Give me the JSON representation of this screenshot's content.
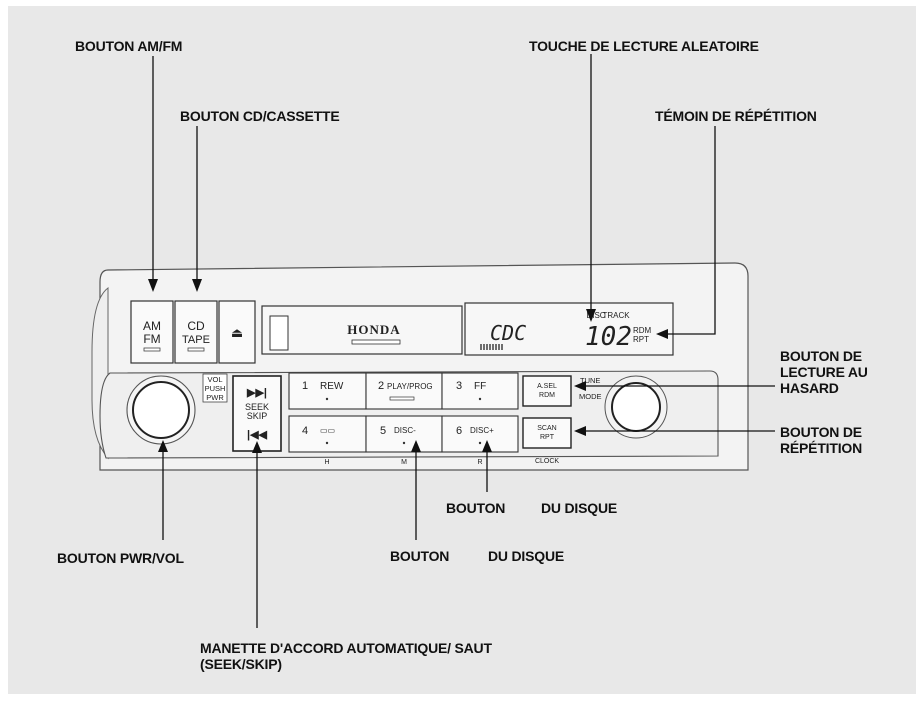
{
  "callouts": {
    "am_fm_button": "BOUTON AM/FM",
    "cd_cassette_button": "BOUTON CD/CASSETTE",
    "random_play_key": "TOUCHE DE LECTURE ALEATOIRE",
    "repeat_indicator": "TÉMOIN DE RÉPÉTITION",
    "random_play_button": "BOUTON DE LECTURE AU HASARD",
    "repeat_button": "BOUTON DE RÉPÉTITION",
    "disc_button_upper": {
      "left": "BOUTON",
      "right": "DU DISQUE"
    },
    "disc_button_lower": {
      "left": "BOUTON",
      "right": "DU DISQUE"
    },
    "pwr_vol_button": "BOUTON PWR/VOL",
    "seek_skip_bar": "MANETTE D'ACCORD AUTOMATIQUE/ SAUT (SEEK/SKIP)"
  },
  "radio": {
    "am_fm": {
      "line1": "AM",
      "line2": "FM"
    },
    "cd_tape": {
      "line1": "CD",
      "line2": "TAPE"
    },
    "eject_symbol": "⏏",
    "brand": "HONDA",
    "vol_label": {
      "line1": "VOL",
      "line2": "PUSH",
      "line3": "PWR"
    },
    "seek": {
      "line1": "SEEK",
      "line2": "SKIP"
    },
    "presets": [
      {
        "num": "1",
        "label": "REW"
      },
      {
        "num": "2",
        "label": "PLAY/PROG"
      },
      {
        "num": "3",
        "label": "FF"
      },
      {
        "num": "4",
        "label": "▭▭"
      },
      {
        "num": "5",
        "label": "DISC-"
      },
      {
        "num": "6",
        "label": "DISC+"
      }
    ],
    "under_labels": {
      "h": "H",
      "m": "M",
      "r": "R"
    },
    "asel": {
      "line1": "A.SEL",
      "line2": "RDM"
    },
    "scan": {
      "line1": "SCAN",
      "line2": "RPT"
    },
    "tune": "TUNE",
    "mode": "MODE",
    "clock": "CLOCK",
    "display": {
      "disc_label": "DISC",
      "track_label": "TRACK",
      "source": "CDC",
      "value": "102",
      "rdm": "RDM",
      "rpt": "RPT"
    }
  }
}
